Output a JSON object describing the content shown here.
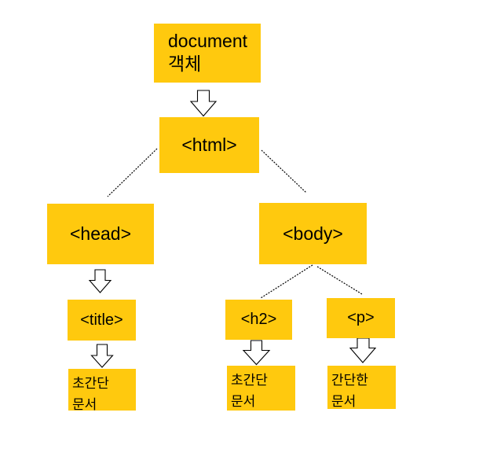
{
  "diagram": {
    "description": "DOM tree diagram of a simple HTML document",
    "colors": {
      "box_fill": "#FFC90E",
      "background": "#FFFFFF",
      "line": "#000000",
      "arrow_fill": "#FFFFFF"
    },
    "icons": {
      "down_arrow": "hollow-down-block-arrow"
    },
    "nodes": {
      "document": {
        "line1": "document",
        "line2": "객체"
      },
      "html": {
        "label": "<html>"
      },
      "head": {
        "label": "<head>"
      },
      "body": {
        "label": "<body>"
      },
      "title_tag": {
        "label": "<title>"
      },
      "h2": {
        "label": "<h2>"
      },
      "p": {
        "label": "<p>"
      },
      "title_text": {
        "line1": "초간단",
        "line2": "문서"
      },
      "h2_text": {
        "line1": "초간단",
        "line2": "문서"
      },
      "p_text": {
        "line1": "간단한",
        "line2": "문서"
      }
    }
  }
}
